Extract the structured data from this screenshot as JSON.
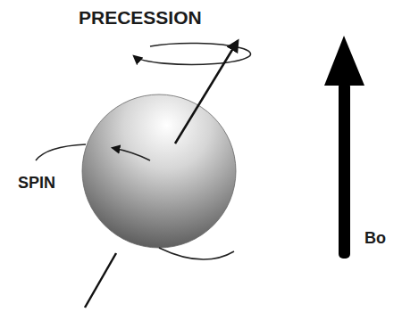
{
  "diagram": {
    "labels": [
      "PRECESSION",
      "SPIN",
      "Bo"
    ]
  }
}
